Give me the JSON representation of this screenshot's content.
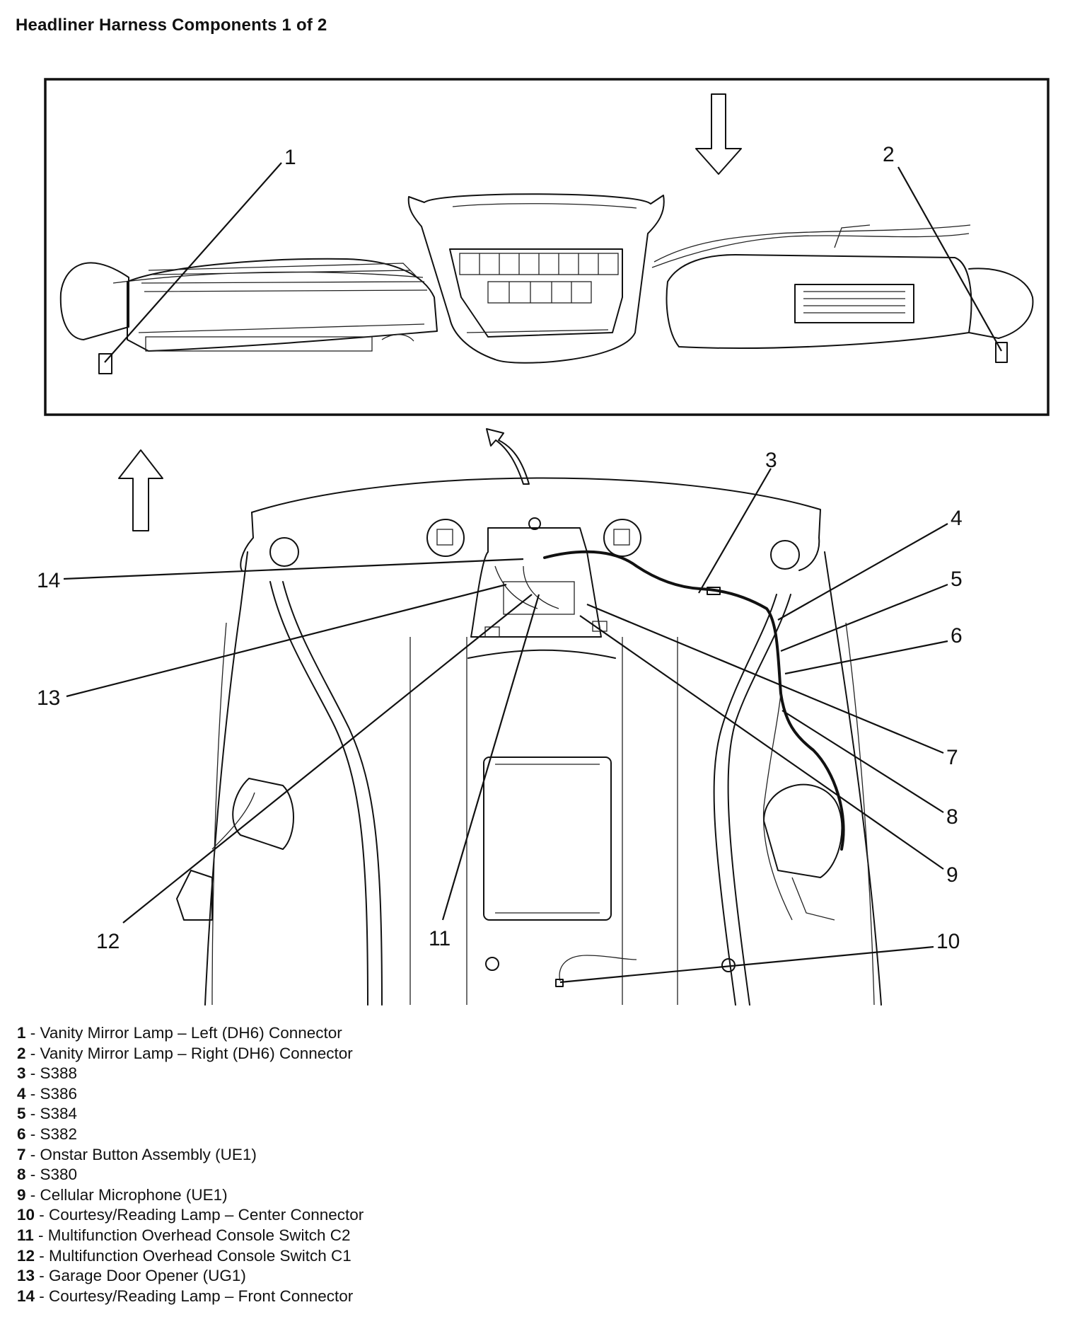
{
  "title": "Headliner Harness Components 1 of 2",
  "callouts": [
    "1",
    "2",
    "3",
    "4",
    "5",
    "6",
    "7",
    "8",
    "9",
    "10",
    "11",
    "12",
    "13",
    "14"
  ],
  "legend": [
    {
      "num": "1",
      "text": "Vanity Mirror Lamp – Left (DH6) Connector"
    },
    {
      "num": "2",
      "text": "Vanity Mirror Lamp – Right (DH6) Connector"
    },
    {
      "num": "3",
      "text": "S388"
    },
    {
      "num": "4",
      "text": "S386"
    },
    {
      "num": "5",
      "text": "S384"
    },
    {
      "num": "6",
      "text": "S382"
    },
    {
      "num": "7",
      "text": "Onstar Button Assembly (UE1)"
    },
    {
      "num": "8",
      "text": "S380"
    },
    {
      "num": "9",
      "text": "Cellular Microphone (UE1)"
    },
    {
      "num": "10",
      "text": "Courtesy/Reading Lamp – Center Connector"
    },
    {
      "num": "11",
      "text": "Multifunction Overhead Console Switch C2"
    },
    {
      "num": "12",
      "text": "Multifunction Overhead Console Switch C1"
    },
    {
      "num": "13",
      "text": "Garage Door Opener (UG1)"
    },
    {
      "num": "14",
      "text": "Courtesy/Reading Lamp – Front Connector"
    }
  ]
}
